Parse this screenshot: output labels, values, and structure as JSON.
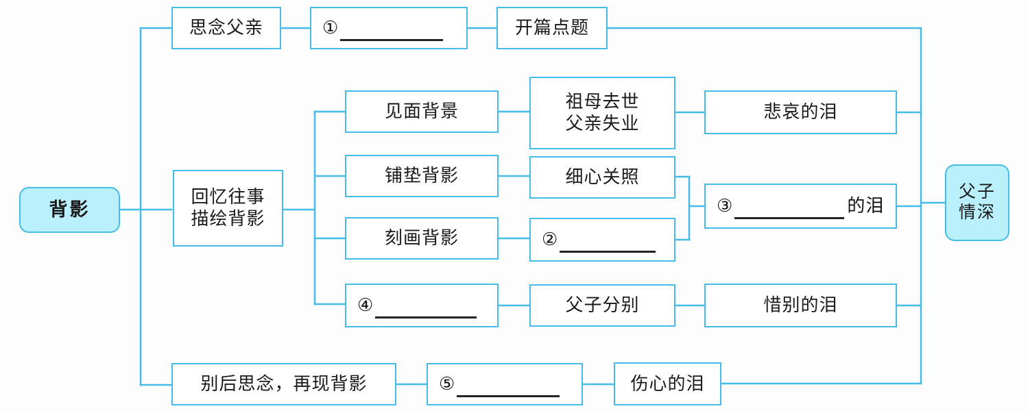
{
  "diagram": {
    "title_node": "背影",
    "end_node": "父子\n情深",
    "nodes": {
      "miss_father": "思念父亲",
      "blank1_num": "①",
      "opening_theme": "开篇点题",
      "recall_past": "回忆往事\n描绘背影",
      "meeting_bg": "见面背景",
      "grandma_died": "祖母去世\n父亲失业",
      "sad_tears": "悲哀的泪",
      "padding_bg": "铺垫背影",
      "careful_care": "细心关照",
      "blank3_num": "③",
      "blank3_tail": "的泪",
      "depict_bg": "刻画背影",
      "blank2_num": "②",
      "blank4_num": "④",
      "father_son_part": "父子分别",
      "parting_tears": "惜别的泪",
      "after_parting": "别后思念，再现背影",
      "blank5_num": "⑤",
      "heartbroken_tears": "伤心的泪"
    },
    "colors": {
      "line": "#45bce8",
      "node_fill": "#ffffff",
      "accent_fill": "#b9f0fb",
      "text": "#1a1a1a",
      "blank_rule": "#222222"
    }
  }
}
